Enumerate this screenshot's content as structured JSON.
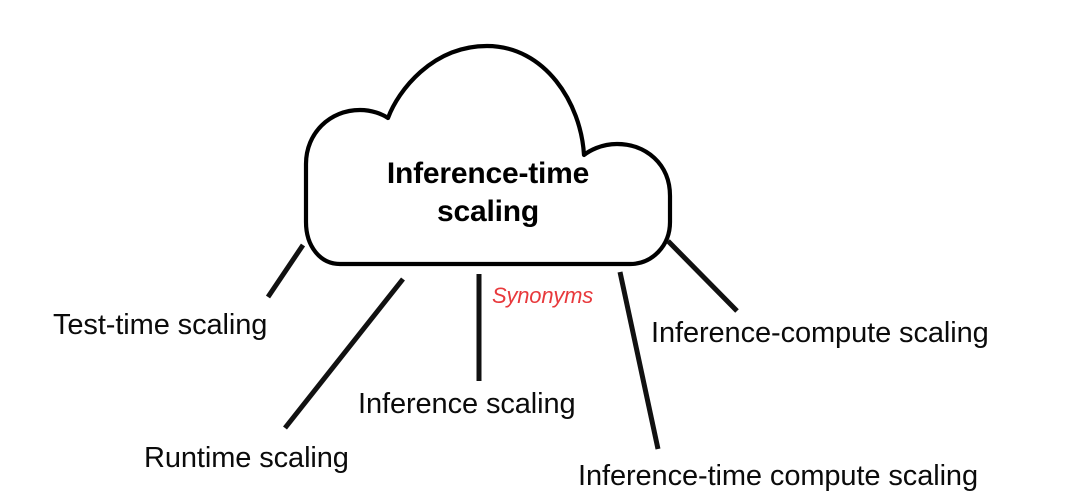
{
  "diagram": {
    "type": "concept-cloud",
    "central_node": {
      "shape": "cloud",
      "title_line1": "Inference-time",
      "title_line2": "scaling"
    },
    "annotation": {
      "text": "Synonyms",
      "color": "#E8393C",
      "style": "italic"
    },
    "colors": {
      "stroke": "#000000",
      "text": "#0b0b0b",
      "background": "#ffffff",
      "accent": "#E8393C"
    },
    "synonyms": [
      {
        "id": "test-time-scaling",
        "label": "Test-time scaling"
      },
      {
        "id": "runtime-scaling",
        "label": "Runtime scaling"
      },
      {
        "id": "inference-scaling",
        "label": "Inference scaling"
      },
      {
        "id": "inference-compute-scaling",
        "label": "Inference-compute scaling"
      },
      {
        "id": "inference-time-compute-scaling",
        "label": "Inference-time compute scaling"
      }
    ]
  }
}
